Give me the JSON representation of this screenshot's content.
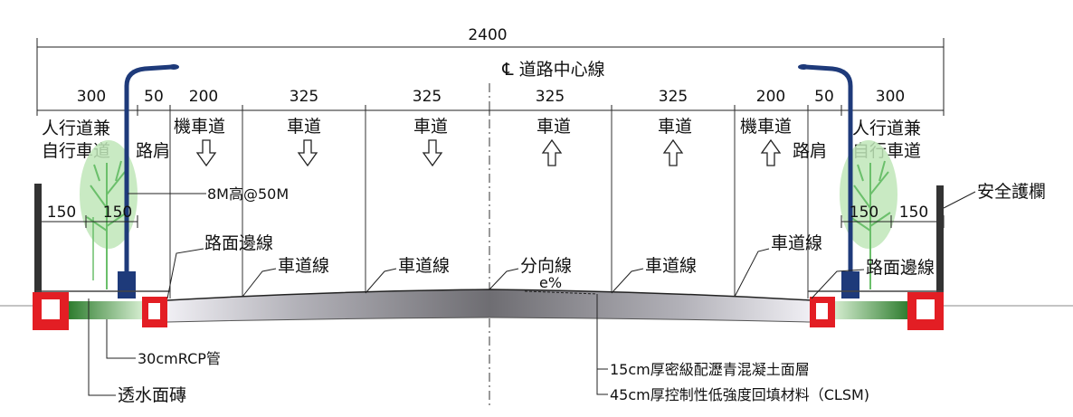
{
  "diagram": {
    "total_width": "2400",
    "centerline": "℄ 道路中心線",
    "widths": [
      "300",
      "50",
      "200",
      "325",
      "325",
      "325",
      "325",
      "200",
      "50",
      "300"
    ],
    "sidewalk_width_left": [
      "150",
      "150"
    ],
    "sidewalk_width_right": [
      "150",
      "150"
    ],
    "lanes": {
      "sidewalk_left": [
        "人行道兼",
        "自行車道"
      ],
      "shoulder_left": "路肩",
      "moto_left": "機車道",
      "lane": "車道",
      "moto_right": "機車道",
      "shoulder_right": "路肩",
      "sidewalk_right": [
        "人行道兼",
        "自行車道"
      ]
    },
    "annotations": {
      "light": "8M高@50M",
      "guardrail": "安全護欄",
      "edge_line_left": "路面邊線",
      "edge_line_right": "路面邊線",
      "lane_line": "車道線",
      "divider_line": "分向線",
      "slope": "e%",
      "pipe": "30cmRCP管",
      "paver": "透水面磚",
      "asphalt": "15cm厚密級配瀝青混凝土面層",
      "clsm": "45cm厚控制性低強度回填材料（CLSM)"
    },
    "colors": {
      "curb": "#e31e24",
      "pole": "#1e3a7a",
      "tree": "#9fd49a",
      "pavement": "#8a8a8a"
    }
  }
}
